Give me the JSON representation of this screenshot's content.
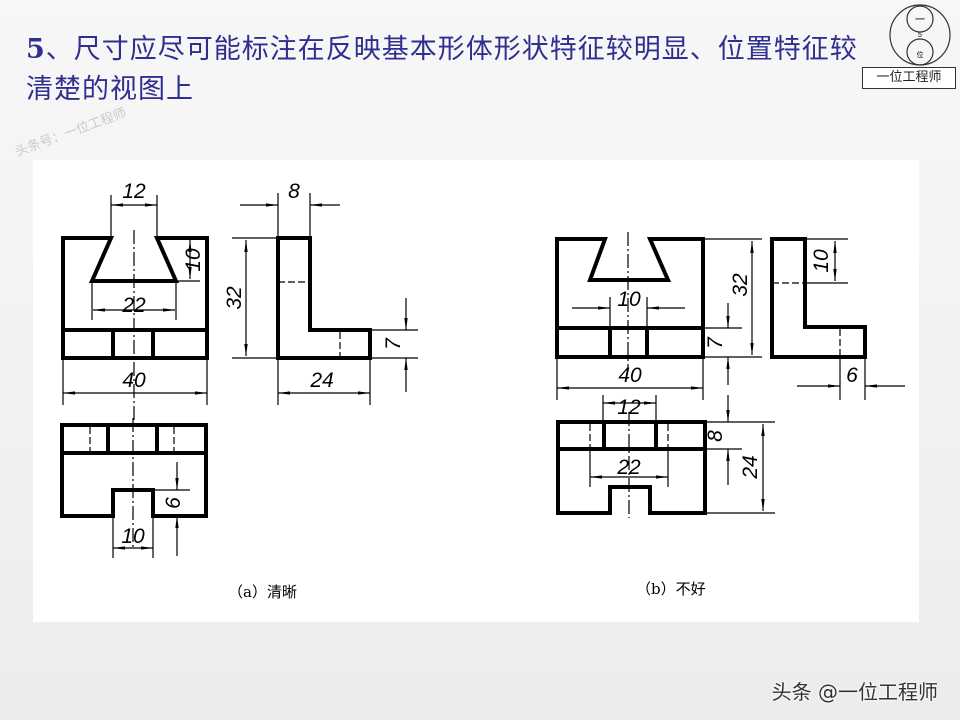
{
  "title": {
    "number": "5",
    "text": "、尺寸应尽可能标注在反映基本形体形状特征较明显、位置特征较清楚的视图上"
  },
  "watermark": "头条号：一位工程师",
  "logo": {
    "circle_top": "一",
    "circle_mid": "5",
    "circle_bottom": "位",
    "box_text": "一位工程师"
  },
  "drawings": {
    "a": {
      "caption": "（a）清晰",
      "front_dims": {
        "top_width": "12",
        "slot_depth": "10",
        "slot_bottom": "22",
        "overall_width": "40"
      },
      "side_dims": {
        "upright_thickness": "8",
        "height": "32",
        "base_height": "7",
        "depth": "24"
      },
      "top_dims": {
        "notch_width": "10",
        "notch_depth": "6"
      }
    },
    "b": {
      "caption": "（b）不好",
      "front_dims": {
        "hole_width": "10",
        "overall_width": "40",
        "base_height": "7",
        "height": "32"
      },
      "top_dims": {
        "top_width": "12",
        "slot_bottom": "22",
        "upright_thickness": "8",
        "depth": "24"
      },
      "side_dims": {
        "slot_depth": "10",
        "notch_depth": "6"
      }
    }
  },
  "footer": "头条 @一位工程师"
}
